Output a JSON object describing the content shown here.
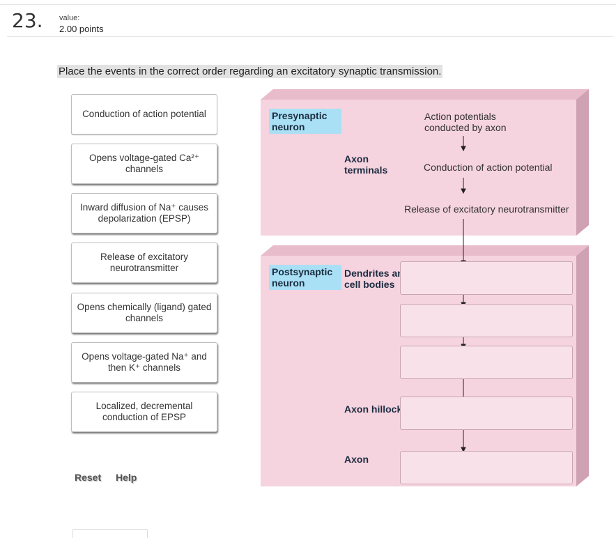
{
  "question": {
    "number": "23.",
    "value_label": "value:",
    "value_points": "2.00 points",
    "prompt": "Place the events in the correct order regarding an excitatory synaptic transmission."
  },
  "cards": [
    {
      "text": "Conduction of action potential"
    },
    {
      "text": "Opens voltage-gated Ca²⁺ channels"
    },
    {
      "text": "Inward diffusion of Na⁺ causes depolarization (EPSP)"
    },
    {
      "text": "Release  of excitatory neurotransmitter"
    },
    {
      "text": "Opens chemically (ligand) gated channels"
    },
    {
      "text": "Opens voltage-gated Na⁺ and then K⁺ channels"
    },
    {
      "text": "Localized, decremental conduction of EPSP"
    }
  ],
  "controls": {
    "reset": "Reset",
    "help": "Help"
  },
  "diagram": {
    "presynaptic_label": "Presynaptic neuron",
    "postsynaptic_label": "Postsynaptic neuron",
    "axon_terminals": "Axon terminals",
    "dendrites": "Dendrites and cell bodies",
    "axon_hillock": "Axon hillock",
    "axon": "Axon",
    "step1": "Action potentials conducted by axon",
    "step2": "Conduction of action potential",
    "step3": "Release  of excitatory neurotransmitter",
    "drop_slots": 5
  },
  "colors": {
    "box_face": "#f5d3df",
    "box_side": "#cfa2b3",
    "box_top": "#e9bccb",
    "label_blue": "#a9e0f5"
  }
}
